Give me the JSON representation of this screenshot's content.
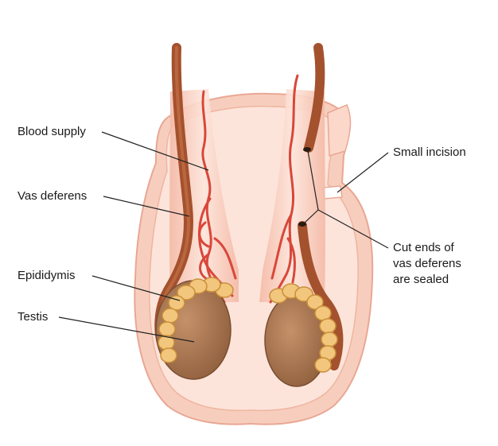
{
  "labels": {
    "blood_supply": "Blood supply",
    "vas_deferens": "Vas deferens",
    "epididymis": "Epididymis",
    "testis": "Testis",
    "small_incision": "Small incision",
    "cut_ends_line1": "Cut ends of",
    "cut_ends_line2": "vas deferens",
    "cut_ends_line3": "are sealed"
  },
  "colors": {
    "skin_outline": "#e9a794",
    "skin_fill": "#f9dccf",
    "inner_fill": "#fce4da",
    "vas": "#a4512e",
    "vas_light": "#c9744b",
    "blood": "#d9473a",
    "epididymis": "#f2c67c",
    "testis": "#a9764f",
    "leader": "#222222"
  }
}
